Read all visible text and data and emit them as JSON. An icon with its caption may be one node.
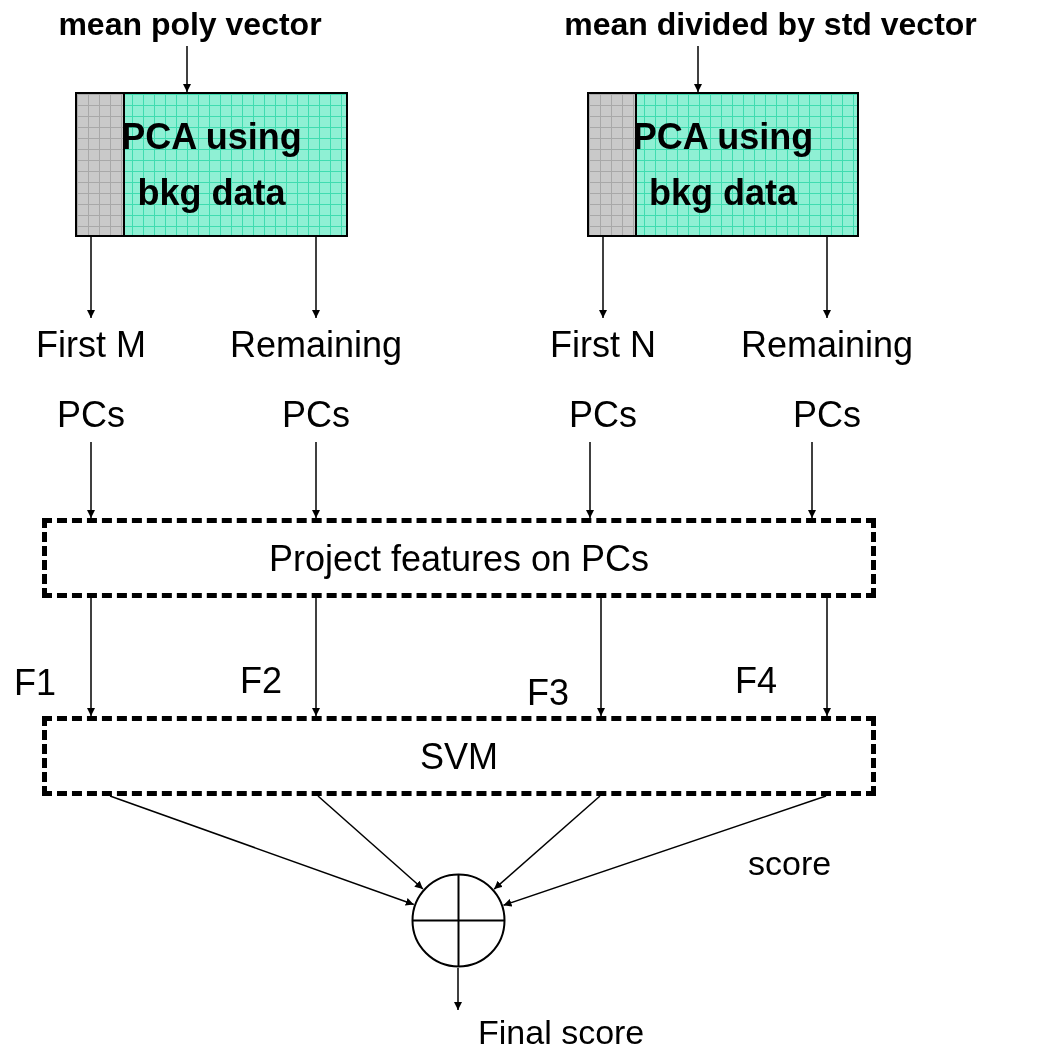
{
  "diagram": {
    "nodes": [
      {
        "text": [
          "mean poly vector"
        ]
      },
      {
        "text": [
          "PCA using bkg data"
        ]
      },
      {
        "text": [
          "mean divided by std vector"
        ]
      },
      {
        "text": [
          "PCA using bkg data"
        ]
      },
      {
        "text": [
          "First M PCs"
        ]
      },
      {
        "text": [
          "Remaining PCs"
        ]
      },
      {
        "text": [
          "First N PCs"
        ]
      },
      {
        "text": [
          "Remaining PCs"
        ]
      },
      {
        "text": [
          "Project features on PCs"
        ]
      },
      {
        "text": [
          "SVM"
        ]
      },
      {
        "text": [],
        "shape": "circle"
      },
      {
        "text": [
          "Final score"
        ]
      }
    ],
    "edges": [
      {
        "from": 0,
        "to": 1,
        "arrow": "to"
      },
      {
        "from": 2,
        "to": 3,
        "arrow": "to"
      },
      {
        "from": 1,
        "to": 4,
        "arrow": "to"
      },
      {
        "from": 1,
        "to": 5,
        "arrow": "to"
      },
      {
        "from": 3,
        "to": 6,
        "arrow": "to"
      },
      {
        "from": 3,
        "to": 7,
        "arrow": "to"
      },
      {
        "from": 4,
        "to": 8,
        "arrow": "to"
      },
      {
        "from": 5,
        "to": 8,
        "arrow": "to"
      },
      {
        "from": 6,
        "to": 8,
        "arrow": "to"
      },
      {
        "from": 7,
        "to": 8,
        "arrow": "to"
      },
      {
        "from": 8,
        "to": 9,
        "arrow": "to",
        "label": "F1"
      },
      {
        "from": 8,
        "to": 9,
        "arrow": "to",
        "label": "F2"
      },
      {
        "from": 8,
        "to": 9,
        "arrow": "to",
        "label": "F3"
      },
      {
        "from": 8,
        "to": 9,
        "arrow": "to",
        "label": "F4"
      },
      {
        "from": 9,
        "to": 10,
        "arrow": "to"
      },
      {
        "from": 9,
        "to": 10,
        "arrow": "to"
      },
      {
        "from": 9,
        "to": 10,
        "arrow": "to"
      },
      {
        "from": 9,
        "to": 10,
        "arrow": "to"
      },
      {
        "from": 10,
        "to": 11,
        "arrow": "to"
      }
    ],
    "labels": [
      "score"
    ]
  }
}
